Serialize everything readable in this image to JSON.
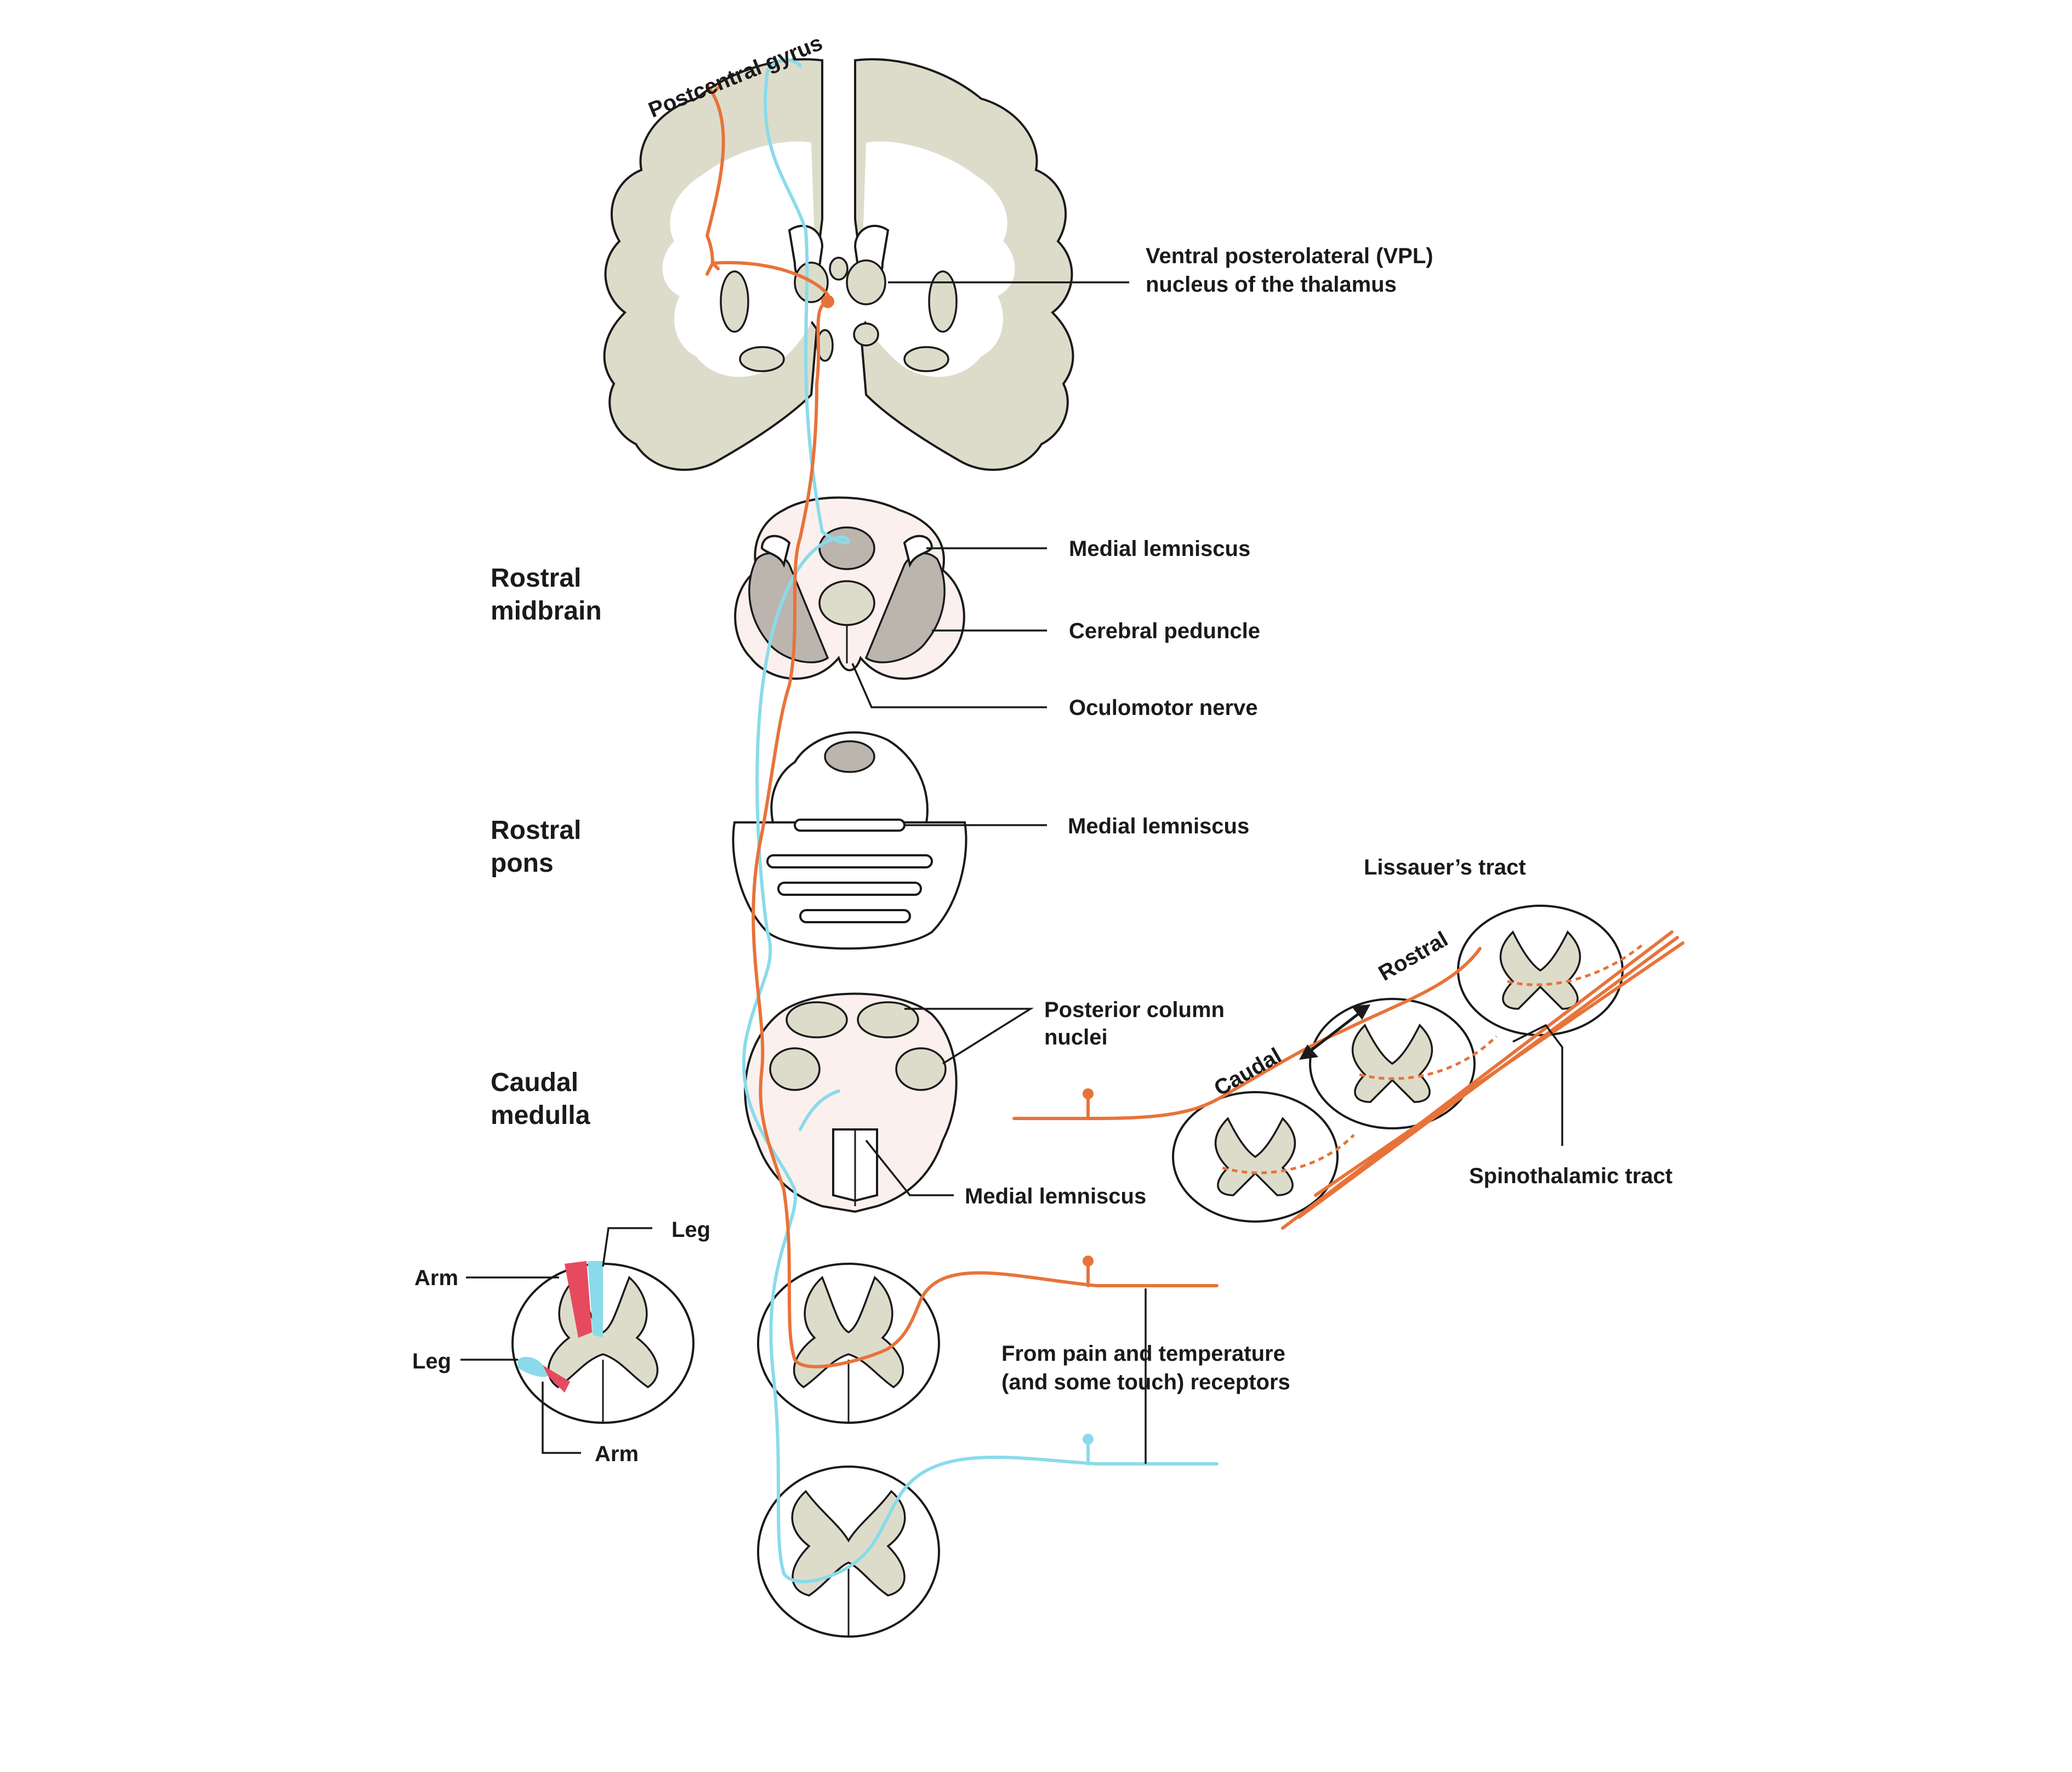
{
  "labels": {
    "postcentral_gyrus": "Postcentral gyrus",
    "vpl_line1": "Ventral posterolateral (VPL)",
    "vpl_line2": "nucleus of the thalamus",
    "medial_lemniscus_midbrain": "Medial lemniscus",
    "cerebral_peduncle": "Cerebral peduncle",
    "oculomotor_nerve": "Oculomotor nerve",
    "medial_lemniscus_pons": "Medial lemniscus",
    "lissauers_tract": "Lissauer’s tract",
    "rostral_arrow": "Rostral",
    "caudal_arrow": "Caudal",
    "posterior_column_line1": "Posterior column",
    "posterior_column_line2": "nuclei",
    "spinothalamic_tract": "Spinothalamic tract",
    "medial_lemniscus_medulla": "Medial lemniscus",
    "leg_top": "Leg",
    "arm_top": "Arm",
    "leg_side": "Leg",
    "arm_bottom": "Arm",
    "receptors_line1": "From pain and temperature",
    "receptors_line2": "(and some touch) receptors"
  },
  "levels": {
    "midbrain_line1": "Rostral",
    "midbrain_line2": "midbrain",
    "pons_line1": "Rostral",
    "pons_line2": "pons",
    "medulla_line1": "Caudal",
    "medulla_line2": "medulla"
  },
  "colors": {
    "spinothalamic_pathway": "#e8733a",
    "posterior_column_pathway": "#8adbea",
    "grey_matter": "#dddccb",
    "brainstem_tint": "#fbf0ee",
    "arm_region": "#e54a5e"
  }
}
